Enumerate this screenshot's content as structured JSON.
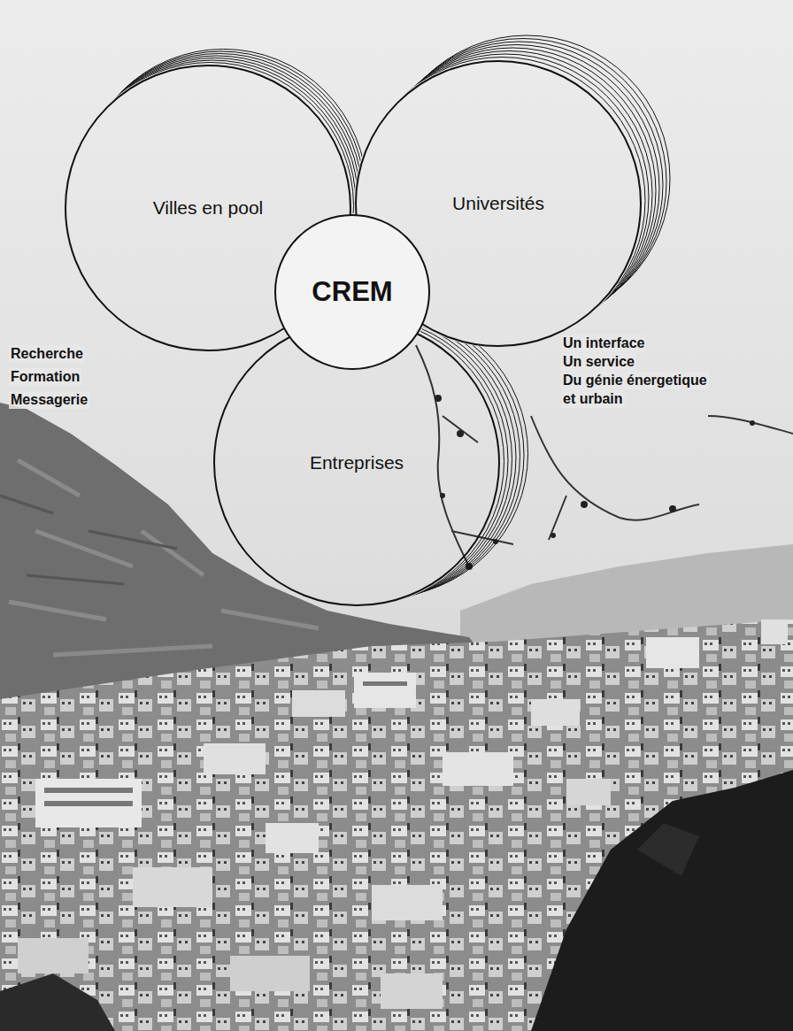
{
  "diagram": {
    "nodes": [
      {
        "text": [
          "Villes en pool"
        ]
      },
      {
        "text": [
          "Universités"
        ]
      },
      {
        "text": [
          "CREM"
        ]
      },
      {
        "text": [
          "Entreprises"
        ]
      }
    ],
    "labels": [
      "Recherche",
      "Formation",
      "Messagerie",
      "Un interface",
      "Un service",
      "Du génie énergetique",
      "et urbain"
    ]
  }
}
